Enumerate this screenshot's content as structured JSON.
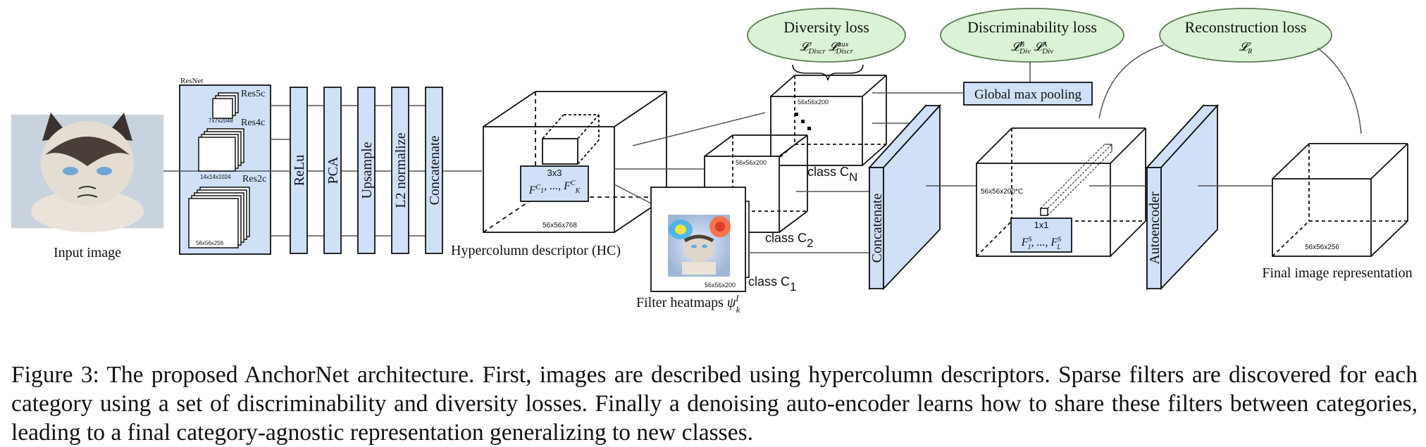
{
  "diagram": {
    "input_label": "Input image",
    "resnet": {
      "title": "ResNet",
      "layers": [
        {
          "name": "Res5c",
          "dim": "7x7x2048"
        },
        {
          "name": "Res4c",
          "dim": "14x14x1024"
        },
        {
          "name": "Res2c",
          "dim": "56x56x256"
        }
      ]
    },
    "ops": [
      "ReLu",
      "PCA",
      "Upsample",
      "L2 normalize",
      "Concatenate"
    ],
    "hc": {
      "dim": "56x56x768",
      "window": "3x3",
      "label": "Hypercolumn descriptor (HC)"
    },
    "filters": {
      "label": "Filter heatmaps",
      "dim": "56x56x200",
      "classes": [
        "class C",
        "class C",
        "class C"
      ],
      "class_subs": [
        "1",
        "2",
        "N"
      ]
    },
    "losses": {
      "diversity": "Diversity loss",
      "discriminability": "Discriminability loss",
      "reconstruction": "Reconstruction loss"
    },
    "gmp": "Global max pooling",
    "concat_label": "Concatenate",
    "concat_dim": "56x56x200*C",
    "concat_window": "1x1",
    "autoencoder": "Autoencoder",
    "final": {
      "dim": "56x56x256",
      "label": "Final image representation"
    },
    "colors": {
      "blue_fill": "#cfe0f7",
      "green_fill": "#dcf2d6",
      "green_stroke": "#5b7d53"
    }
  },
  "caption": "Figure 3: The proposed AnchorNet architecture. First, images are described using hypercolumn descriptors. Sparse filters are discovered for each category using a set of discriminability and diversity losses. Finally a denoising auto-encoder learns how to share these filters between categories, leading to a final category-agnostic representation generalizing to new classes."
}
